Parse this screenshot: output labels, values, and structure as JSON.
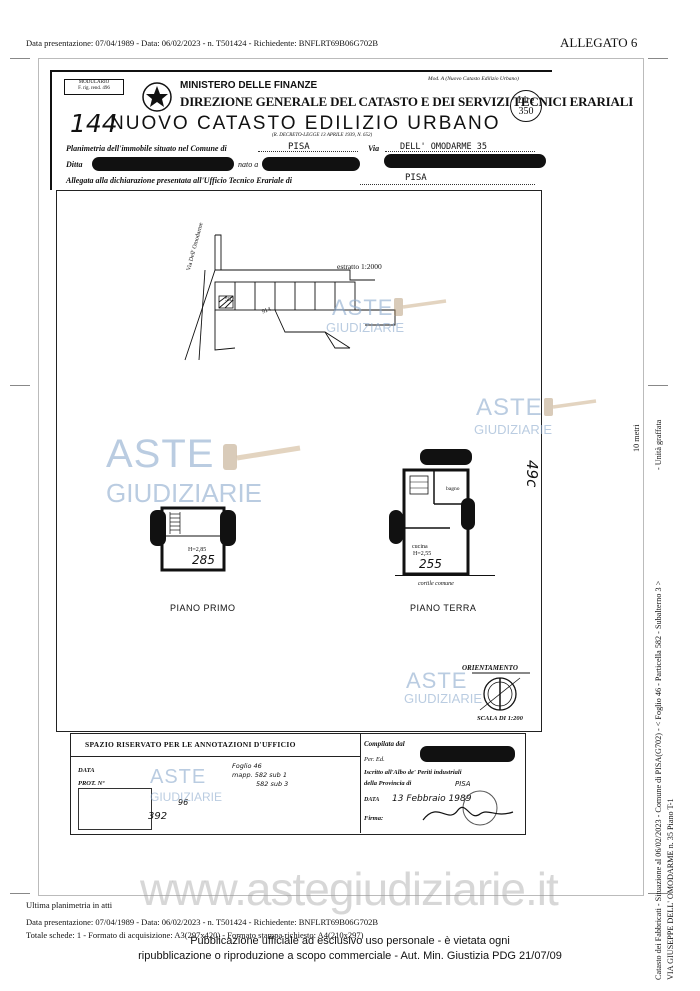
{
  "header": {
    "line": "Data presentazione: 07/04/1989 - Data: 06/02/2023 - n. T501424 - Richiedente: BNFLRT69B06G702B",
    "allegato": "ALLEGATO 6"
  },
  "form": {
    "modulario": "MODULARIO",
    "modulario_sub": "F. rig. rend. 496",
    "ministry": "MINISTERO DELLE FINANZE",
    "direction": "DIREZIONE GENERALE DEL CATASTO E DEI SERVIZI TECNICI ERARIALI",
    "mod": "Mod. A (Nuovo Catasto Edilizio Urbano)",
    "number": "144",
    "title": "NUOVO CATASTO EDILIZIO URBANO",
    "decree": "(R. DECRETO-LEGGE 13 APRILE 1939, N. 652)",
    "lire_label": "Lire",
    "lire_value": "350",
    "row1_label": "Planimetria dell'immobile situato nel Comune di",
    "row1_value": "PISA",
    "row1_via_label": "Via",
    "row1_via_value": "DELL' OMODARME  35",
    "row2_label": "Ditta",
    "row2_nato": "nato a",
    "row3_label": "Allegata alla dichiarazione presentata all'Ufficio Tecnico Erariale di",
    "row3_value": "PISA"
  },
  "plan": {
    "estratto": "estratto  1:2000",
    "street": "Via Dell' Omodarme",
    "particella": "582",
    "number_914": "914",
    "piano_primo": "PIANO PRIMO",
    "piano_terra": "PIANO TERRA",
    "h_primo": "H=2,85",
    "h_primo_big": "285",
    "h_terra": "H=2,55",
    "h_terra_big": "255",
    "cucina": "cucina",
    "bagno": "bagno",
    "cortile": "cortile comune",
    "side_mark": "49c",
    "orientamento": "ORIENTAMENTO",
    "scala": "SCALA DI 1:200"
  },
  "office": {
    "title": "SPAZIO RISERVATO PER LE ANNOTAZIONI D'UFFICIO",
    "data": "DATA",
    "prot": "PROT. Nº",
    "foglio": "Foglio  46",
    "mappale": "mapp. 582 sub 1",
    "mappale2": "582 sub 3",
    "num_a": "96",
    "num_b": "392",
    "compilata": "Compilata dal",
    "per_ed": "Per. Ed.",
    "iscritto": "Iscritto all'Albo de' Periti industriali",
    "provincia": "della Provincia di",
    "provincia_val": "PISA",
    "data_label": "DATA",
    "data_value": "13 Febbraio 1989",
    "firma": "Firma:"
  },
  "footer": {
    "ultima": "Ultima planimetria in atti",
    "line1": "Data presentazione: 07/04/1989 - Data: 06/02/2023 - n. T501424 - Richiedente: BNFLRT69B06G702B",
    "line2": "Totale schede: 1 - Formato di acquisizione: A3(297x420) - Formato stampa richiesto: A4(210x297)",
    "site": "www.astegiudiziarie.it",
    "notice1": "Pubblicazione ufficiale ad esclusivo uso personale - è vietata ogni",
    "notice2": "ripubblicazione o riproduzione a scopo commerciale - Aut. Min. Giustizia PDG 21/07/09"
  },
  "side": {
    "line1": "Catasto dei Fabbricati - Situazione al 06/02/2023 - Comune di PISA(G702) - < Foglio 46 - Particella 582 - Subalterno 3 >",
    "line1b": "- Unità graffata",
    "line2": "VIA GIUSEPPE DELL' OMODARME n. 35 Piano T-1",
    "line3": "10 metri"
  },
  "watermark": {
    "aste": "ASTE",
    "giudiziarie": "GIUDIZIARIE"
  }
}
